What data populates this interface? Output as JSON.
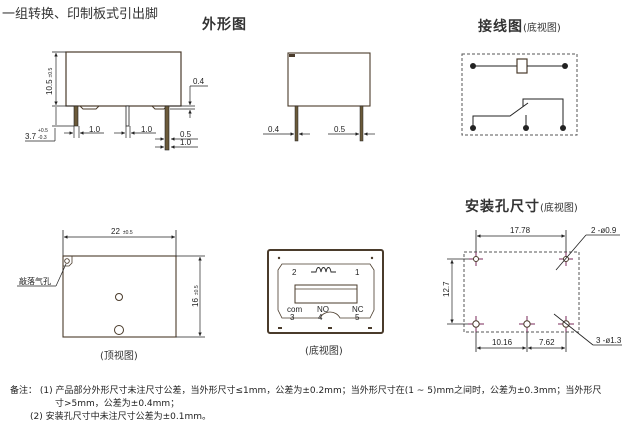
{
  "header": {
    "title": "一组转换、印制板式引出脚"
  },
  "sections": {
    "outline": {
      "title": "外形图"
    },
    "wiring": {
      "title": "接线图",
      "subtitle": "(底视图)"
    },
    "mounting": {
      "title": "安装孔尺寸",
      "subtitle": "(底视图)"
    }
  },
  "outline_front": {
    "height_dim": "10.5",
    "height_tol": "±0.5",
    "pin_len_dim": "3.7",
    "pin_len_tol_plus": "+0.5",
    "pin_len_tol_minus": "-0.3",
    "pin_w1": "1.0",
    "pin_w2": "1.0",
    "pin_gap": "0.5",
    "pin_w3": "1.0",
    "standoff": "0.4"
  },
  "outline_side": {
    "pin_thick1": "0.4",
    "pin_thick2": "0.5"
  },
  "top_view": {
    "width_dim": "22",
    "width_tol": "±0.5",
    "depth_dim": "16",
    "depth_tol": "±0.5",
    "vent_label": "敲落气孔",
    "caption": "(顶视图)"
  },
  "bottom_view": {
    "pins": [
      {
        "num": "2",
        "name": ""
      },
      {
        "num": "1",
        "name": ""
      },
      {
        "num": "3",
        "name": "com"
      },
      {
        "num": "4",
        "name": "NO"
      },
      {
        "num": "5",
        "name": "NC"
      }
    ],
    "caption": "(底视图)"
  },
  "mounting_holes": {
    "pitch_x": "17.78",
    "pitch_y": "12.7",
    "pitch_bottom_left": "10.16",
    "pitch_bottom_right": "7.62",
    "small_holes": "2 -ø0.9",
    "large_holes": "3 -ø1.3"
  },
  "notes": {
    "label": "备注：",
    "items": [
      {
        "num": "(1)",
        "line1": "产品部分外形尺寸未注尺寸公差，当外形尺寸≤1mm，公差为±0.2mm；当外形尺寸在(1 ~ 5)mm之间时，公差为±0.3mm；当外形尺",
        "line2": "寸>5mm，公差为±0.4mm；"
      },
      {
        "num": "(2)",
        "line1": "安装孔尺寸中未注尺寸公差为±0.1mm。"
      }
    ]
  },
  "colors": {
    "line": "#222222",
    "body_outline": "#4a3b2b",
    "hole_mark": "#7a2a5a"
  }
}
